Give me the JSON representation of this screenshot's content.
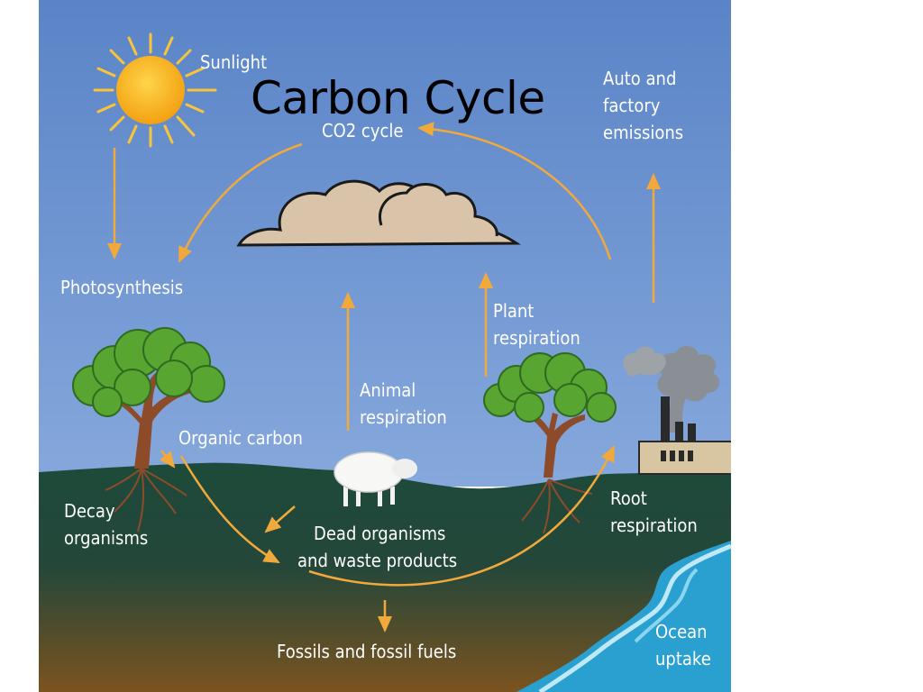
{
  "title": "Carbon Cycle",
  "labels": {
    "sunlight": "Sunlight",
    "co2_main": "CO",
    "co2_sub": "2",
    "co2_rest": " cycle",
    "auto_line1": "Auto  and",
    "auto_line2": "factory",
    "auto_line3": "emissions",
    "photosynthesis": "Photosynthesis",
    "plant_line1": "Plant",
    "plant_line2": "respiration",
    "animal_line1": "Animal",
    "animal_line2": "respiration",
    "organic_carbon": "Organic  carbon",
    "decay_line1": "Decay",
    "decay_line2": "organisms",
    "dead_line1": "Dead organisms",
    "dead_line2": "and  waste  products",
    "root_line1": "Root",
    "root_line2": "respiration",
    "fossils": "Fossils  and  fossil  fuels",
    "ocean_line1": "Ocean",
    "ocean_line2": "uptake"
  },
  "colors": {
    "sky_top": "#5b86c8",
    "sky_bottom": "#7fa3da",
    "ground_top": "#1f4b3c",
    "ground_bottom": "#7a5220",
    "arrow": "#f2a93b",
    "sun": "#f9b21c",
    "water": "#2aa0d0"
  }
}
